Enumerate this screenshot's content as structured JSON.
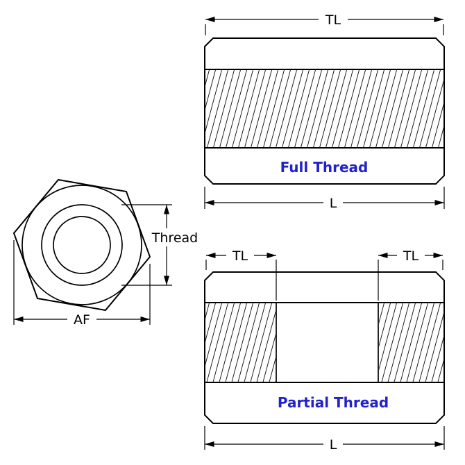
{
  "colors": {
    "line": "#000000",
    "label_blue": "#2222cc",
    "background": "#ffffff"
  },
  "front_view": {
    "thread_dim_label": "Thread",
    "af_dim_label": "AF"
  },
  "full_thread_view": {
    "title": "Full Thread",
    "tl_dim_label": "TL",
    "l_dim_label": "L"
  },
  "partial_thread_view": {
    "title": "Partial Thread",
    "tl_left_dim_label": "TL",
    "tl_right_dim_label": "TL",
    "l_dim_label": "L"
  }
}
